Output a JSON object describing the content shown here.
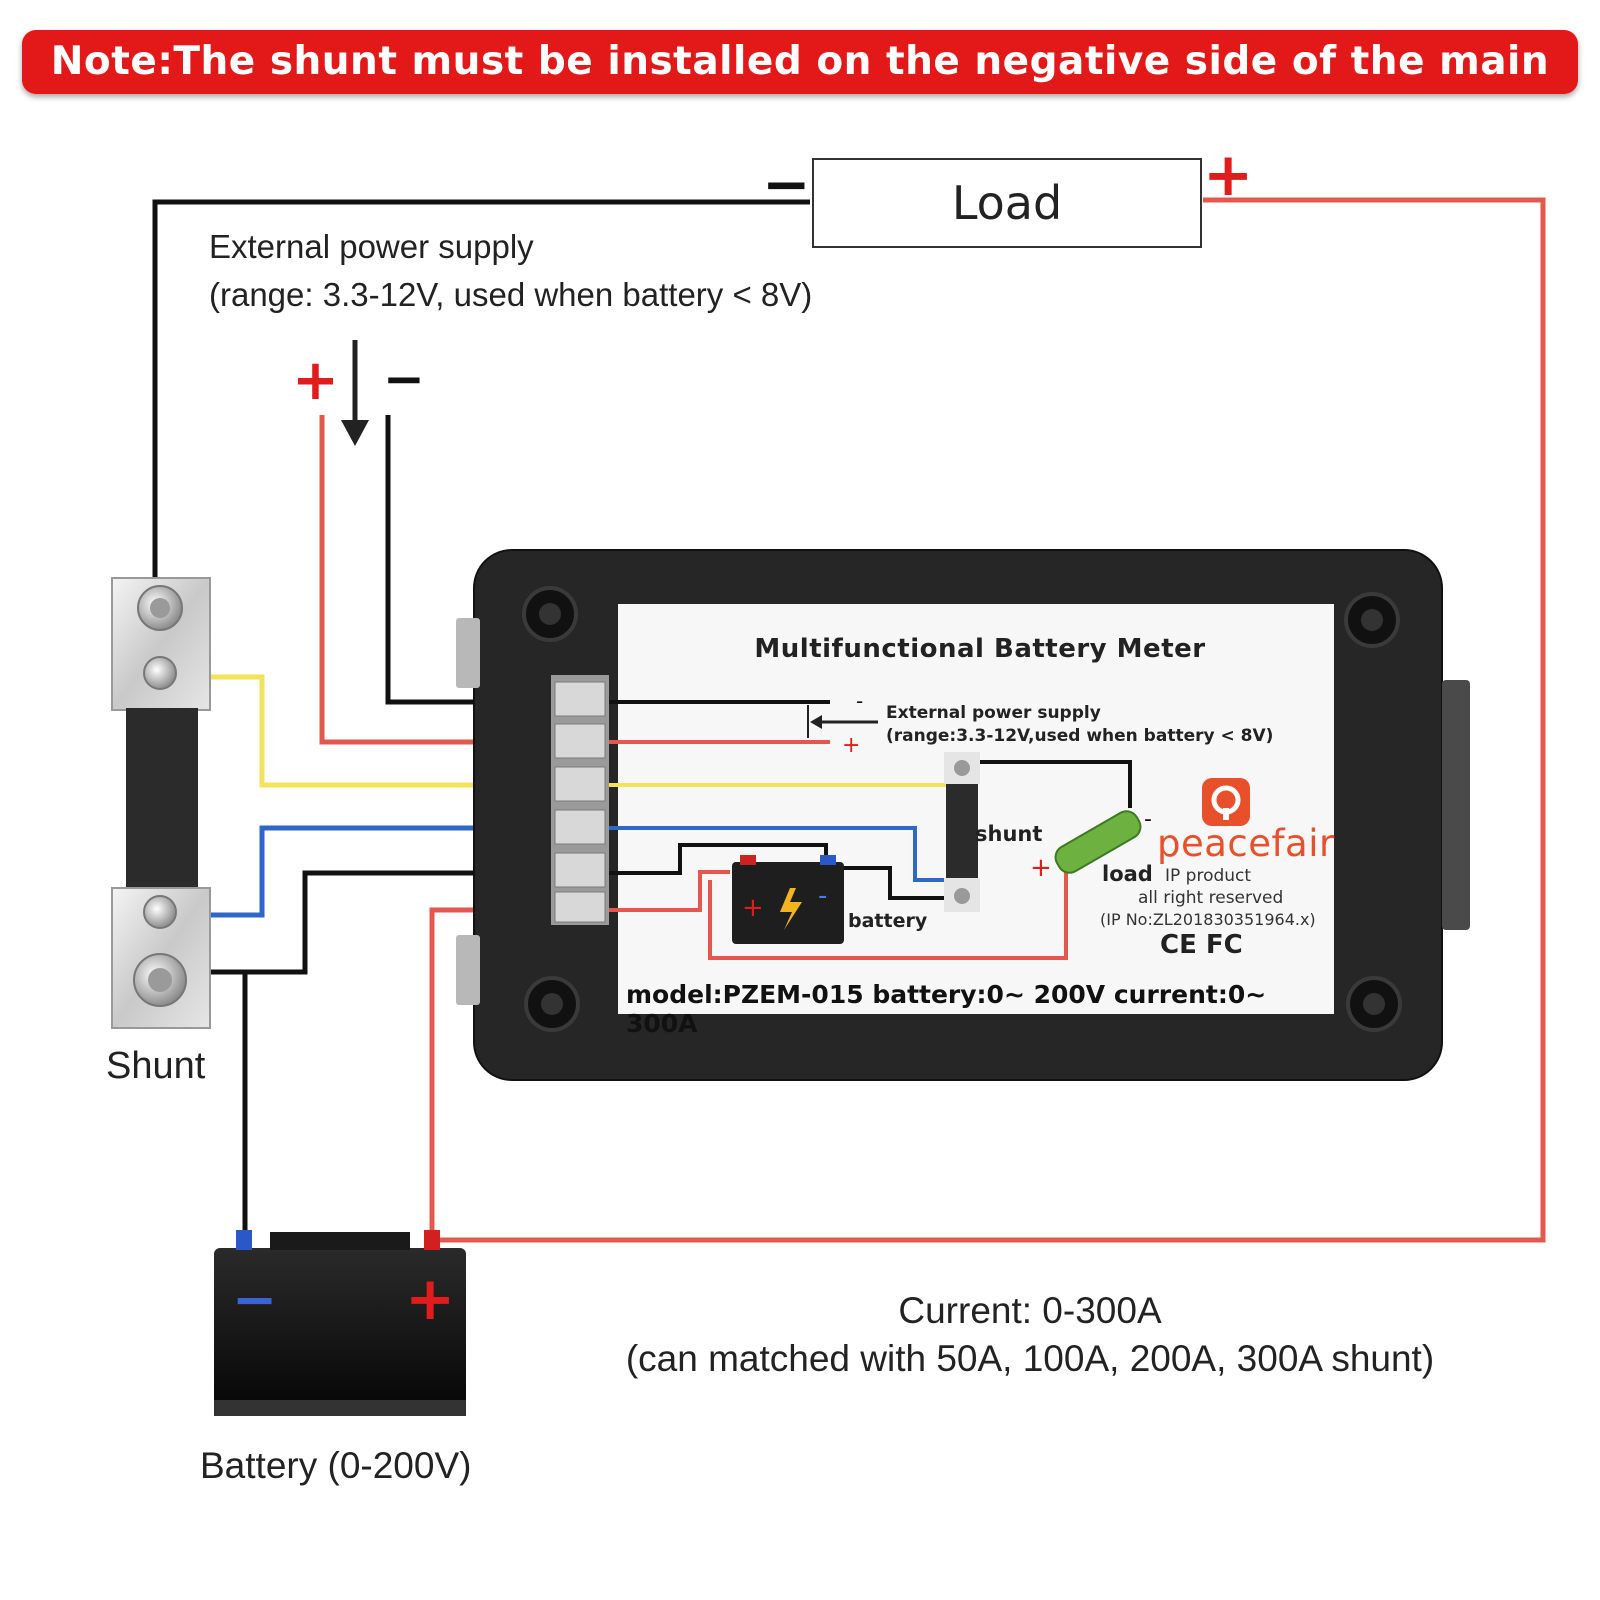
{
  "note": "Note:The shunt must be installed on the negative side of the main circuit",
  "load": {
    "label": "Load",
    "minus": "−",
    "plus": "+"
  },
  "external_supply": {
    "line1": "External power supply",
    "line2": "(range: 3.3-12V, used when battery < 8V)",
    "plus": "+",
    "minus": "−"
  },
  "meter": {
    "title": "Multifunctional Battery Meter",
    "ext_line1": "External power supply",
    "ext_line2": "(range:3.3-12V,used when battery < 8V)",
    "shunt_label": "shunt",
    "load_label": "load",
    "battery_label": "battery",
    "brand": "peacefair",
    "brand_sub1": "IP product",
    "brand_sub2": "all right reserved",
    "brand_sub3": "(IP No:ZL201830351964.x)",
    "certs": "CE FC",
    "model": "model:PZEM-015 battery:0~ 200V current:0~ 300A"
  },
  "shunt_label": "Shunt",
  "battery": {
    "label": "Battery (0-200V)",
    "minus": "−",
    "plus": "+"
  },
  "current": {
    "line1": "Current: 0-300A",
    "line2": "(can matched with 50A, 100A, 200A, 300A shunt)"
  },
  "colors": {
    "banner": "#e31818",
    "red_wire": "#e4574c",
    "black_wire": "#111111",
    "yellow_wire": "#f2e35a",
    "blue_wire": "#2f67c9",
    "plus_sign": "#e11c1c",
    "minus_sign_blue": "#3a63d6",
    "brand": "#e8502c"
  }
}
